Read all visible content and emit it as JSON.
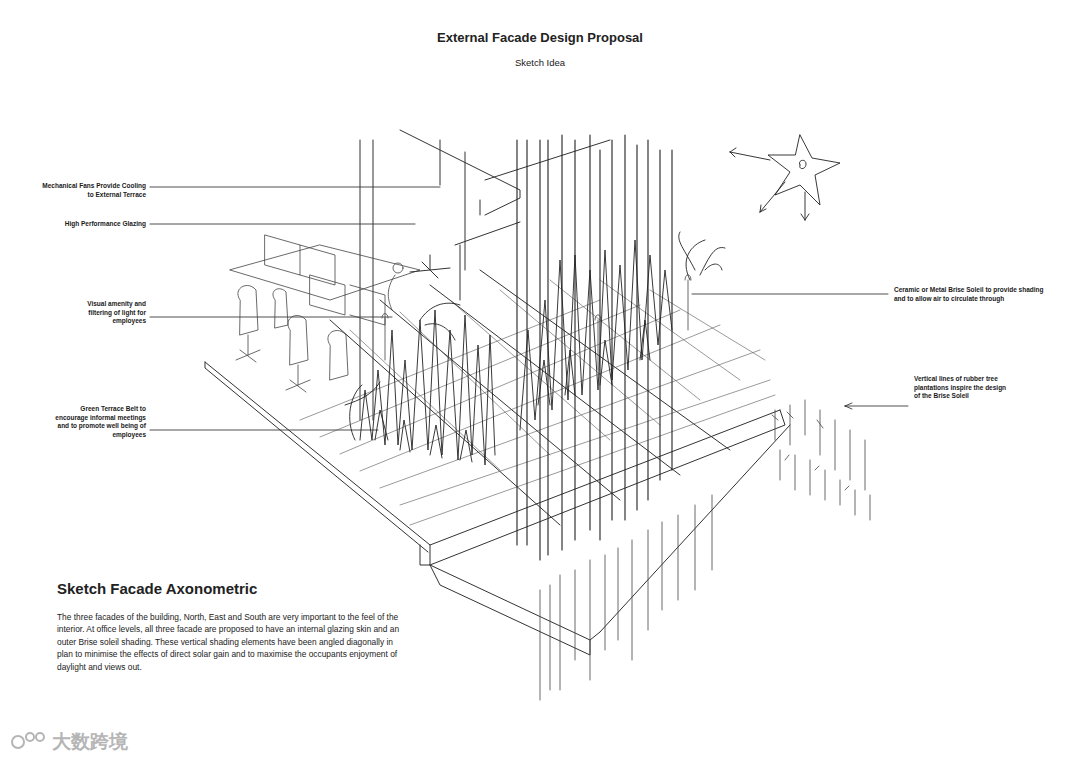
{
  "diagram": {
    "title": "External Facade Design Proposal",
    "labels": [
      "Sketch Idea",
      "Mechanical Fans Provide Cooling to External Terrace",
      "High Performance Glazing",
      "Visual amenity and filtering of light for employees",
      "Green Terrace Belt to encourage informal meetings and to promote well being of employees",
      "Ceramic or Metal Brise Soleil to provide shading and to allow air to circulate through",
      "Vertical lines of rubber tree plantations inspire the design of the Brise Soleil",
      "Sketch Facade Axonometric",
      "The three facades of the building, North, East and South are very important to the feel of the interior.  At office levels, all three facade are proposed to have an internal glazing skin and an outer Brise soleil shading. These vertical shading elements have been angled diagonally in plan to minimise the effects of direct solar gain and to maximise the occupants enjoyment of daylight and views out.",
      "大数跨境"
    ]
  }
}
